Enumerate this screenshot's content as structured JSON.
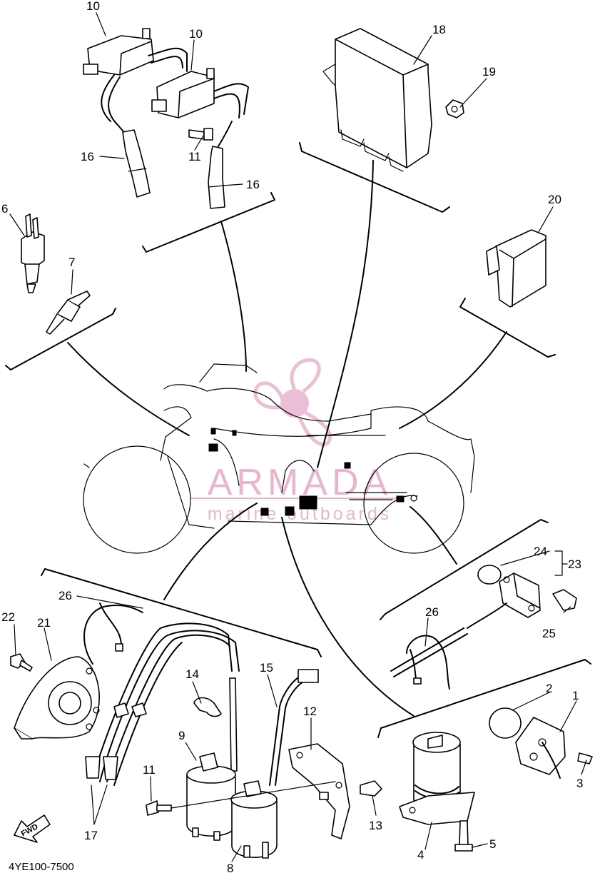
{
  "diagram": {
    "part_code": "4YE100-7500",
    "direction_arrow": "FWD",
    "watermark": {
      "brand": "ARMADA",
      "tagline": "marine outboards",
      "color": "#e8b4cf"
    },
    "callouts": {
      "c1": "1",
      "c2": "2",
      "c3": "3",
      "c4": "4",
      "c5": "5",
      "c6": "6",
      "c7": "7",
      "c8": "8",
      "c9": "9",
      "c10a": "10",
      "c10b": "10",
      "c11a": "11",
      "c11b": "11",
      "c12": "12",
      "c13": "13",
      "c14": "14",
      "c15": "15",
      "c16a": "16",
      "c16b": "16",
      "c17": "17",
      "c18": "18",
      "c19": "19",
      "c20": "20",
      "c21": "21",
      "c22": "22",
      "c23": "23",
      "c24": "24",
      "c25": "25",
      "c26a": "26",
      "c26b": "26"
    }
  }
}
